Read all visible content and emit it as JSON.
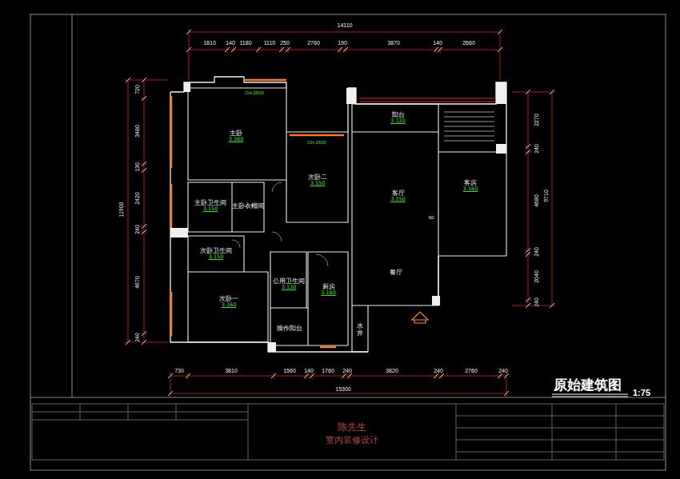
{
  "diagram": {
    "title": "原始建筑图",
    "nodes": [
      {
        "text": [
          "主卧",
          "3.160"
        ]
      },
      {
        "text": [
          "主卧卫生间",
          "3.150"
        ]
      },
      {
        "text": [
          "主卧衣帽间"
        ]
      },
      {
        "text": [
          "次卧二",
          "3.150"
        ]
      },
      {
        "text": [
          "次卧卫生间",
          "3.150"
        ]
      },
      {
        "text": [
          "次卧一",
          "3.160"
        ]
      },
      {
        "text": [
          "公用卫生间",
          "3.130"
        ]
      },
      {
        "text": [
          "操作阳台"
        ]
      },
      {
        "text": [
          "厨房",
          "3.160"
        ]
      },
      {
        "text": [
          "阳台",
          "3.120"
        ]
      },
      {
        "text": [
          "客厅",
          "3.150"
        ]
      },
      {
        "text": [
          "餐厅"
        ]
      },
      {
        "text": [
          "客房",
          "3.160"
        ]
      },
      {
        "text": [
          "水井"
        ]
      }
    ],
    "labels": [
      "14110",
      "1810",
      "140",
      "1180",
      "1110",
      "250",
      "2760",
      "190",
      "3870",
      "140",
      "2660",
      "730",
      "3810",
      "1560",
      "140",
      "1760",
      "240",
      "3820",
      "240",
      "2760",
      "240",
      "15300",
      "720",
      "3480",
      "130",
      "2420",
      "240",
      "4670",
      "240",
      "11900",
      "2270",
      "240",
      "4680",
      "240",
      "2040",
      "240",
      "9710",
      "1:75",
      "陈先生",
      "室内装修设计",
      "CH:2600",
      "CH:1600",
      "60"
    ]
  }
}
